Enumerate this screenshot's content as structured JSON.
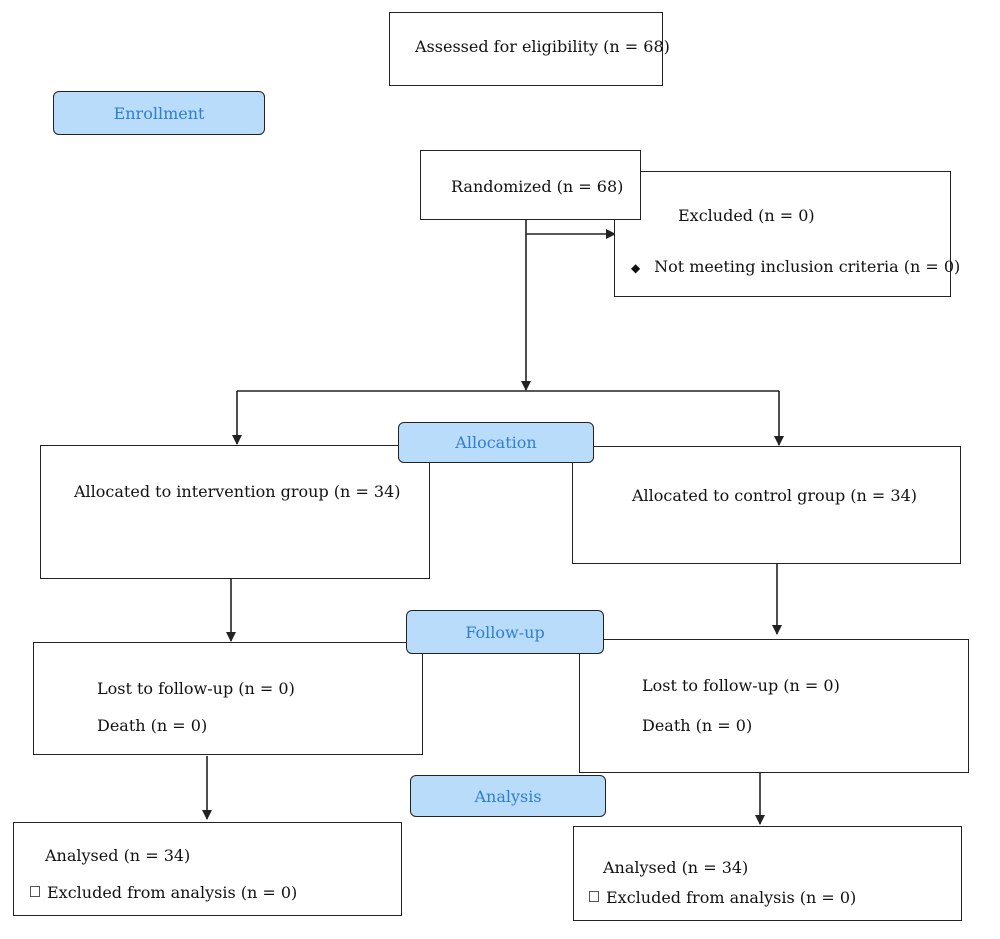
{
  "stages": {
    "enrollment": "Enrollment",
    "allocation": "Allocation",
    "follow_up": "Follow-up",
    "analysis": "Analysis"
  },
  "assessed": "Assessed for eligibility (n = 68)",
  "randomized": "Randomized (n = 68)",
  "excluded": {
    "title": "Excluded (n = 0)",
    "bullet_icon": "diamond-bullet-icon",
    "reason": "Not meeting inclusion criteria (n = 0)"
  },
  "intervention": {
    "allocated": "Allocated to intervention group (n = 34)",
    "lost": "Lost to follow-up (n = 0)",
    "death": "Death (n = 0)",
    "analysed": "Analysed (n = 34)",
    "excluded_analysis": "Excluded from analysis (n = 0)"
  },
  "control": {
    "allocated": "Allocated to control group (n = 34)",
    "lost": "Lost to follow-up (n = 0)",
    "death": "Death (n = 0)",
    "analysed": "Analysed (n = 34)",
    "excluded_analysis": "Excluded from analysis (n = 0)"
  },
  "colors": {
    "stage_fill": "#b9dcfb",
    "stage_text": "#2f7fd0",
    "line": "#222222"
  }
}
